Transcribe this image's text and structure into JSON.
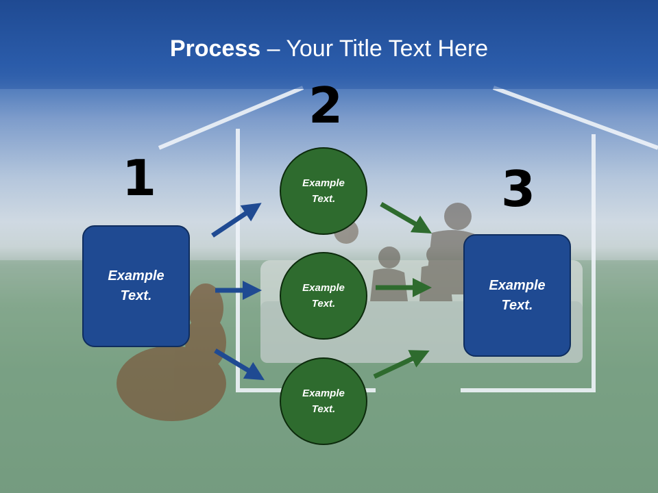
{
  "title": {
    "bold": "Process",
    "rest": " – Your Title Text Here"
  },
  "steps": {
    "one": "1",
    "two": "2",
    "three": "3"
  },
  "left_box": {
    "line1": "Example",
    "line2": "Text."
  },
  "right_box": {
    "line1": "Example",
    "line2": "Text."
  },
  "circles": [
    {
      "line1": "Example",
      "line2": "Text."
    },
    {
      "line1": "Example",
      "line2": "Text."
    },
    {
      "line1": "Example",
      "line2": "Text."
    }
  ],
  "colors": {
    "blue": "#1f4a92",
    "green": "#2e6b2e",
    "title_band": "#2a5ba9"
  }
}
